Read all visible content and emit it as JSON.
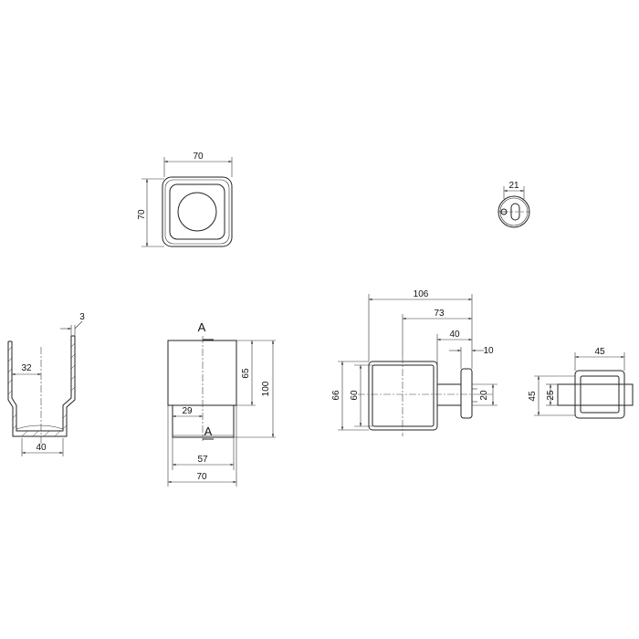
{
  "top_view": {
    "dim_width": "70",
    "dim_height": "70"
  },
  "mount_view": {
    "dim_width": "21"
  },
  "section_view": {
    "dim_wall": "3",
    "dim_inner_width": "32",
    "dim_bottom_width": "40"
  },
  "front_view": {
    "section_mark_top": "A",
    "section_mark_bottom": "A",
    "dim_upper_height": "65",
    "dim_total_height": "100",
    "dim_left_offset": "29",
    "dim_bottom_width": "57",
    "dim_total_width": "70"
  },
  "side_view": {
    "dim_total_depth": "106",
    "dim_arm_length": "73",
    "dim_arm_to_plate": "40",
    "dim_plate_thickness": "10",
    "dim_outer_height": "66",
    "dim_inner_height": "60",
    "dim_arm_height": "20"
  },
  "end_view": {
    "dim_width": "45",
    "dim_outer_height": "45",
    "dim_inner_height": "25"
  }
}
